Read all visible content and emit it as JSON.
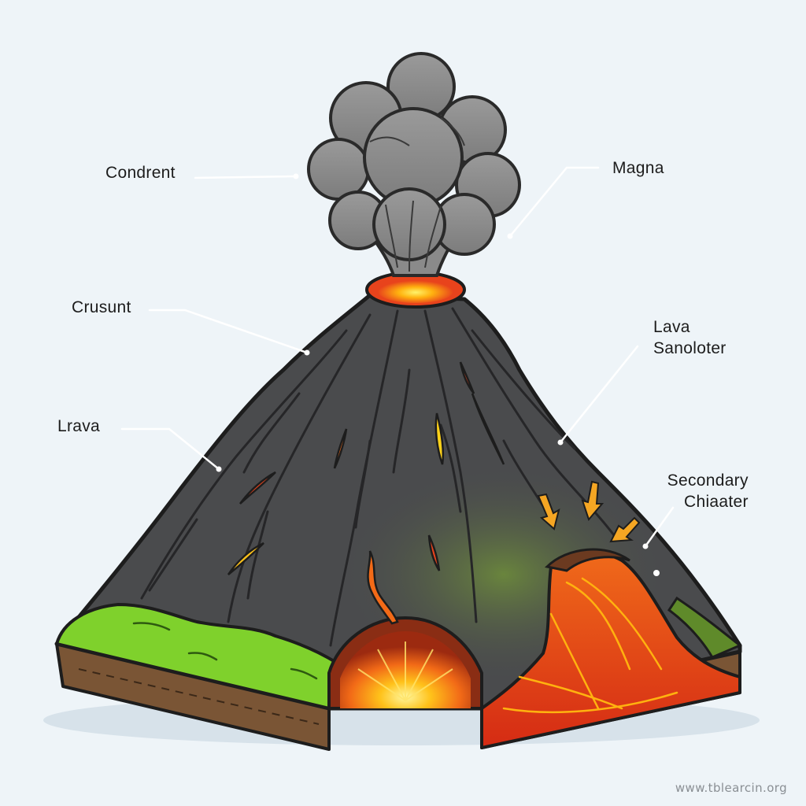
{
  "labels": {
    "condrent": "Condrent",
    "magna": "Magna",
    "crusunt": "Crusunt",
    "lava_line1": "Lava",
    "lava_line2": "Sanoloter",
    "lrava": "Lrava",
    "secondary_line1": "Secondary",
    "secondary_line2": "Chiaater"
  },
  "watermark": "www.tblearcin.org",
  "colors": {
    "background": "#eef4f8",
    "rock": "#4a4b4d",
    "rock_dark": "#2b2b2d",
    "grass": "#7fd12c",
    "soil": "#7a5535",
    "lava": "#e8431c",
    "glow": "#ffb20f",
    "smoke": "#8c8c8c"
  }
}
